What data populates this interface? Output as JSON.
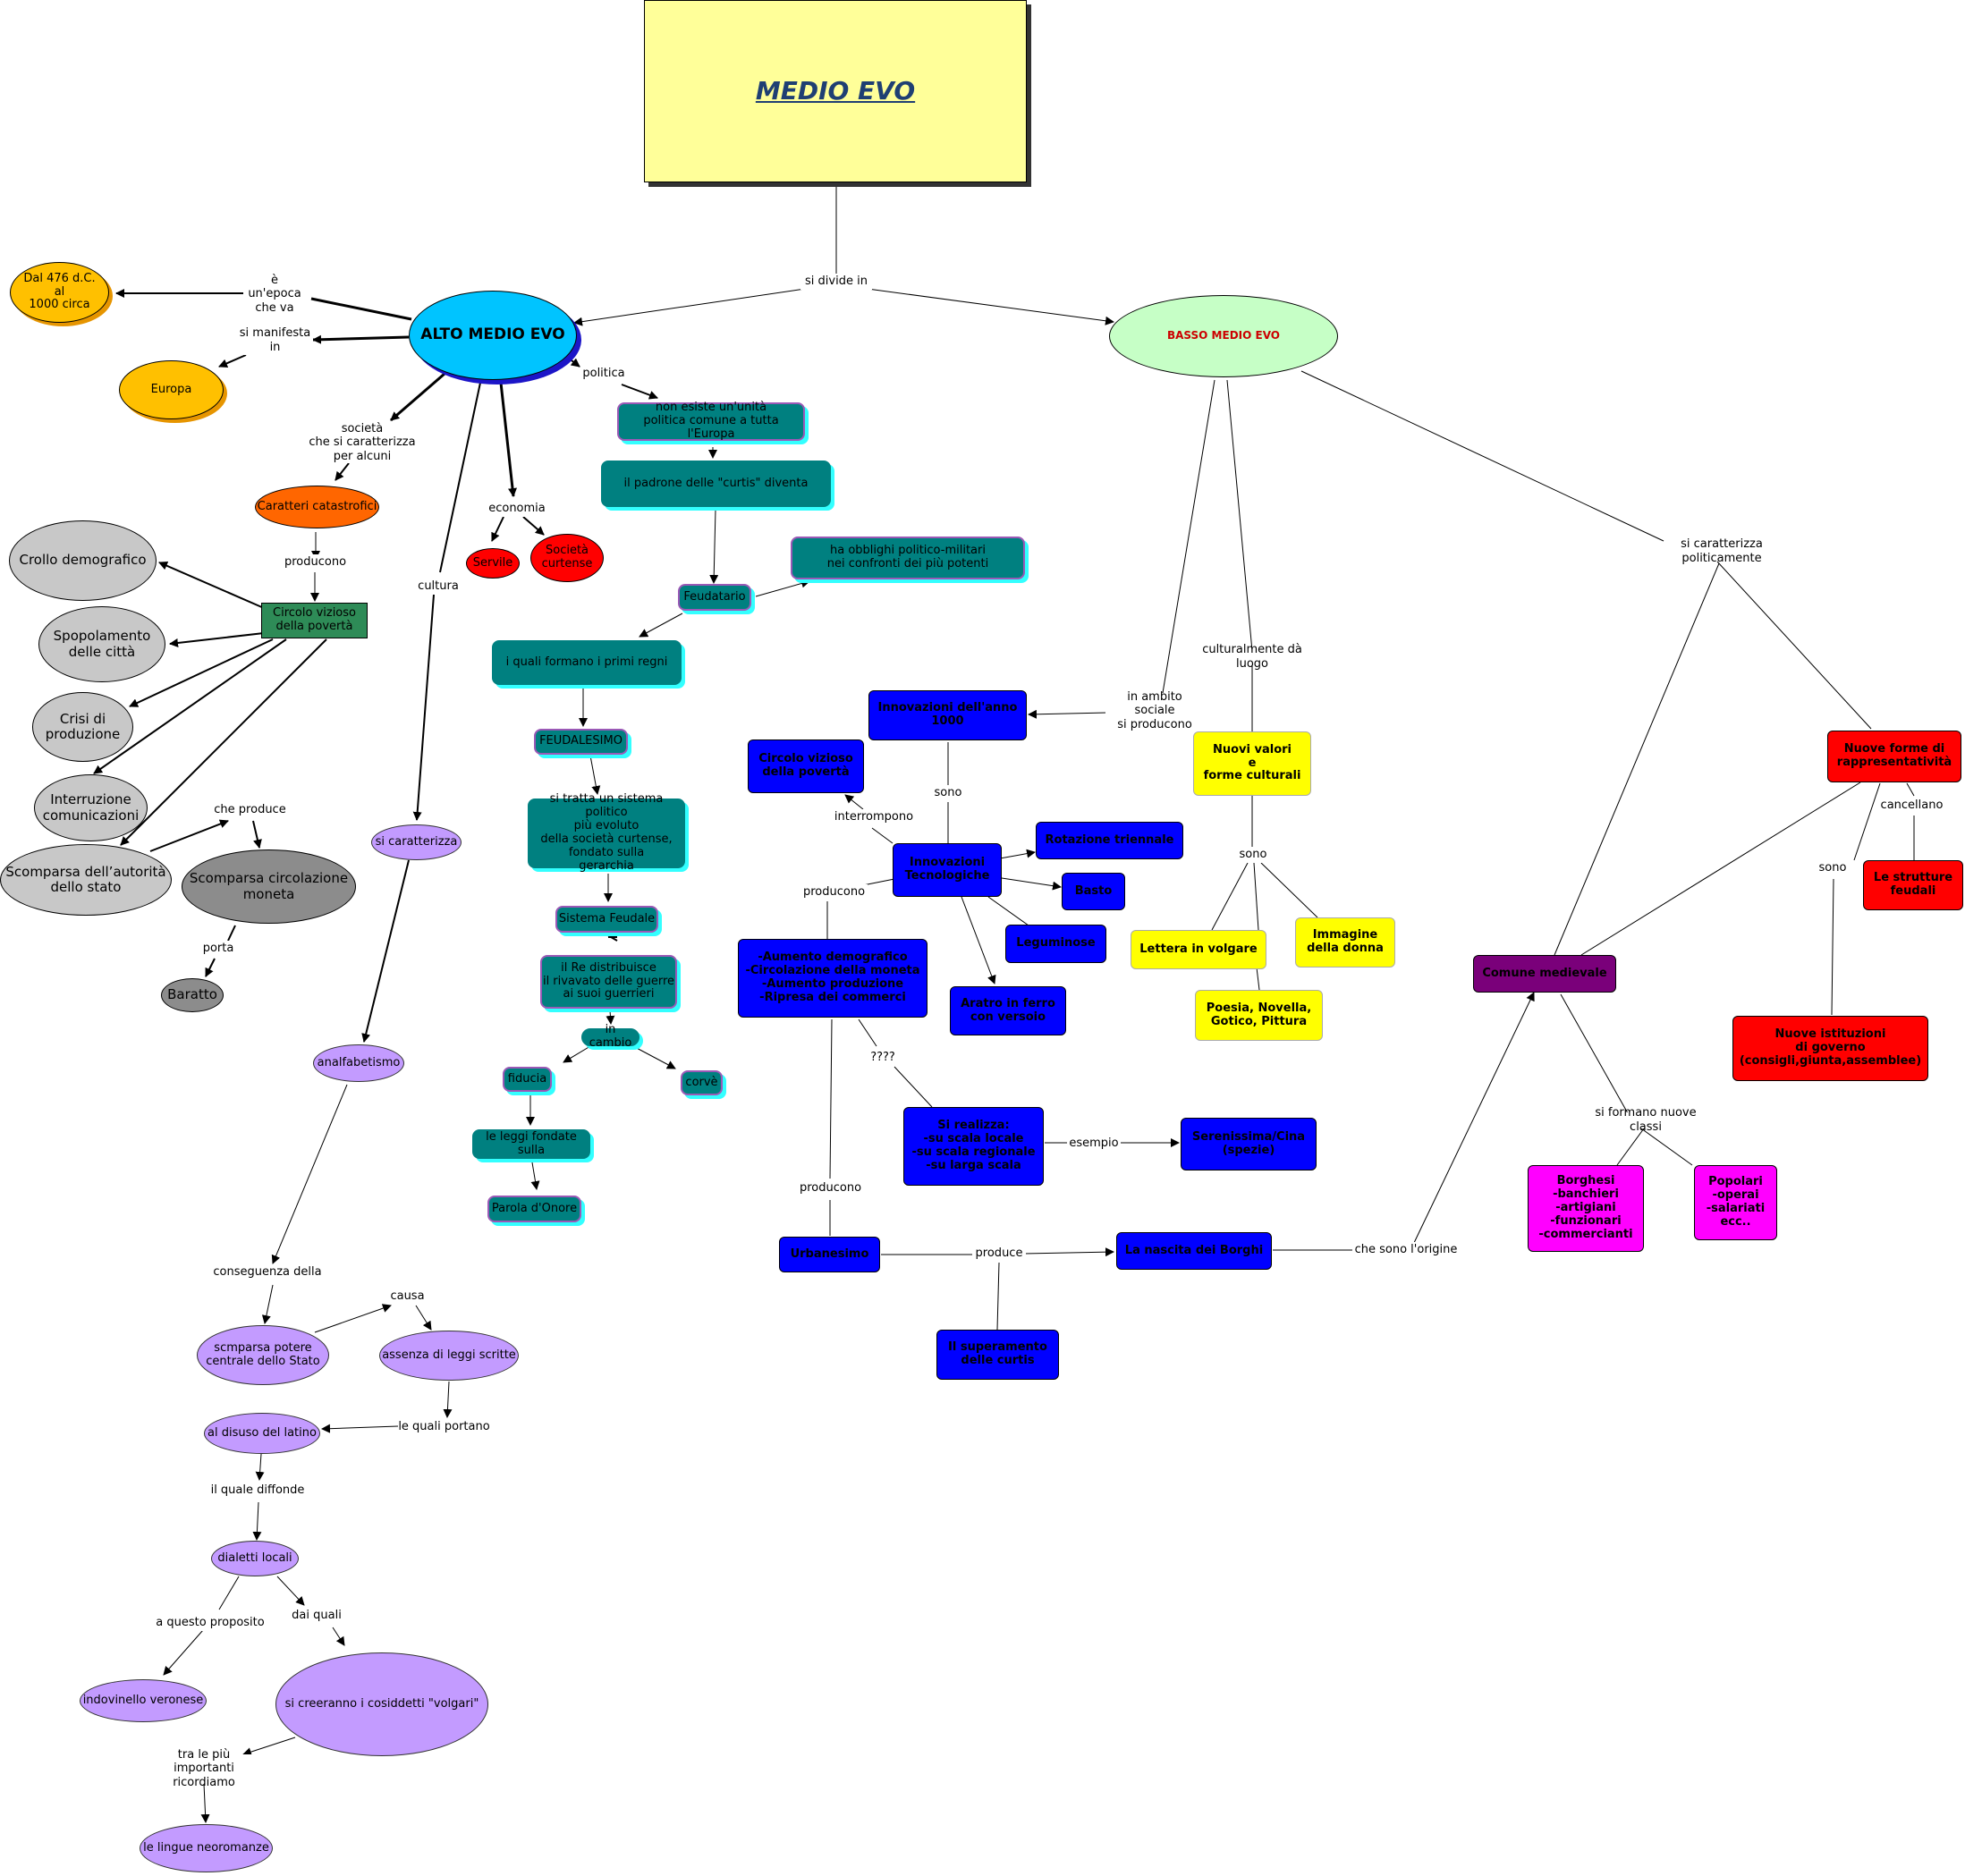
{
  "title": "MEDIO EVO",
  "nodes": {
    "alto": "ALTO MEDIO EVO",
    "basso": "BASSO MEDIO EVO",
    "date": "Dal 476 d.C.\nal\n1000 circa",
    "europa": "Europa",
    "catastrofici": "Caratteri catastrofici",
    "circolo": "Circolo vizioso\ndella povertà",
    "crollo": "Crollo demografico",
    "spopolamento": "Spopolamento\ndelle città",
    "crisi": "Crisi di\nproduzione",
    "interruzione": "Interruzione\ncomunicazioni",
    "scomparsa_autorita": "Scomparsa dell’autorità\ndello stato",
    "scomparsa_moneta": "Scomparsa circolazione\nmoneta",
    "baratto": "Baratto",
    "servile": "Servile",
    "curtense": "Società\ncurtense",
    "non_esiste": "non esiste un'unità\npolitica comune a tutta l'Europa",
    "padrone": "il padrone delle \"curtis\" diventa",
    "feudatario": "Feudatario",
    "obblighi": "ha obblighi politico-militari\nnei confronti dei più potenti",
    "primi_regni": "i quali formano i primi regni",
    "feudalesimo": "FEUDALESIMO",
    "sistema_politico": "si tratta un sistema politico\npiù evoluto\ndella società curtense,\nfondato sulla\ngerarchia",
    "sistema_feudale": "Sistema Feudale",
    "re_distribuisce": "il Re distribuisce\nil rivavato delle guerre\nai suoi guerrieri",
    "in_cambio": "in cambio",
    "fiducia": "fiducia",
    "corve": "corvè",
    "leggi_fondate": "le leggi fondate sulla",
    "parola_onore": "Parola d'Onore",
    "si_caratterizza": "si caratterizza",
    "analfabetismo": "analfabetismo",
    "scomparsa_potere": "scmparsa potere\ncentrale dello Stato",
    "assenza_leggi": "assenza di leggi scritte",
    "disuso_latino": "al disuso del latino",
    "dialetti": "dialetti locali",
    "indovinello": "indovinello veronese",
    "volgari": "si creeranno i cosiddetti \"volgari\"",
    "neoromanze": "le lingue neoromanze",
    "innovazioni_1000": "Innovazioni dell'anno\n1000",
    "circolo_blu": "Circolo vizioso\ndella povertà",
    "innovazioni_tec": "Innovazioni\nTecnologiche",
    "rotazione": "Rotazione triennale",
    "basto": "Basto",
    "leguminose": "Leguminose",
    "aratro": "Aratro in ferro\ncon versoio",
    "aumento": "-Aumento demografico\n-Circolazione della moneta\n-Aumento produzione\n-Ripresa dei commerci",
    "si_realizza": "Si realizza:\n-su scala locale\n-su scala regionale\n-su larga scala",
    "serenissima": "Serenissima/Cina\n(spezie)",
    "urbanesimo": "Urbanesimo",
    "nascita_borghi": "La nascita dei Borghi",
    "superamento": "Il superamento\ndelle curtis",
    "nuovi_valori": "Nuovi valori\ne\nforme culturali",
    "lettera_volgare": "Lettera in volgare",
    "immagine_donna": "Immagine\ndella donna",
    "poesia": "Poesia, Novella,\nGotico, Pittura",
    "nuove_forme": "Nuove forme di\nrappresentatività",
    "strutture_feudali": "Le strutture\nfeudali",
    "nuove_istituzioni": "Nuove istituzioni\ndi governo\n(consigli,giunta,assemblee)",
    "comune": "Comune medievale",
    "borghesi": "Borghesi\n-banchieri\n-artigiani\n-funzionari\n-commercianti",
    "popolari": "Popolari\n-operai\n-salariati\necc.."
  },
  "labels": {
    "si_divide_in": "si divide in",
    "epoca": "è un'epoca\nche va",
    "manifesta": "si manifesta\nin",
    "societa": "società\nche si caratterizza\nper alcuni",
    "producono1": "producono",
    "economia": "economia",
    "politica": "politica",
    "cultura": "cultura",
    "che_produce": "che produce",
    "porta": "porta",
    "conseguenza": "conseguenza della",
    "causa": "causa",
    "quali_portano": "le quali portano",
    "quale_diffonde": "il quale diffonde",
    "a_questo": "a questo proposito",
    "dai_quali": "dai quali",
    "tra_le_piu": "tra le più importanti\nricordiamo",
    "sono1": "sono",
    "interrompono": "interrompono",
    "producono2": "producono",
    "qqqq": "????",
    "esempio": "esempio",
    "producono3": "producono",
    "produce": "produce",
    "che_sono_origine": "che sono l'origine",
    "in_ambito": "in ambito sociale\nsi producono",
    "culturalmente": "culturalmente dà luogo",
    "sono2": "sono",
    "si_caratterizza_pol": "si caratterizza politicamente",
    "cancellano": "cancellano",
    "sono3": "sono",
    "si_formano": "si formano nuove classi"
  },
  "colors": {
    "title_fill": "#ffff99",
    "alto_fill": "#00c4ff",
    "basso_fill": "#c6ffc6",
    "teal_fill": "#008080",
    "blue_fill": "#0000ff",
    "lilac_fill": "#c39bff",
    "yellow_fill": "#ffff00",
    "red_fill": "#ff0000"
  }
}
